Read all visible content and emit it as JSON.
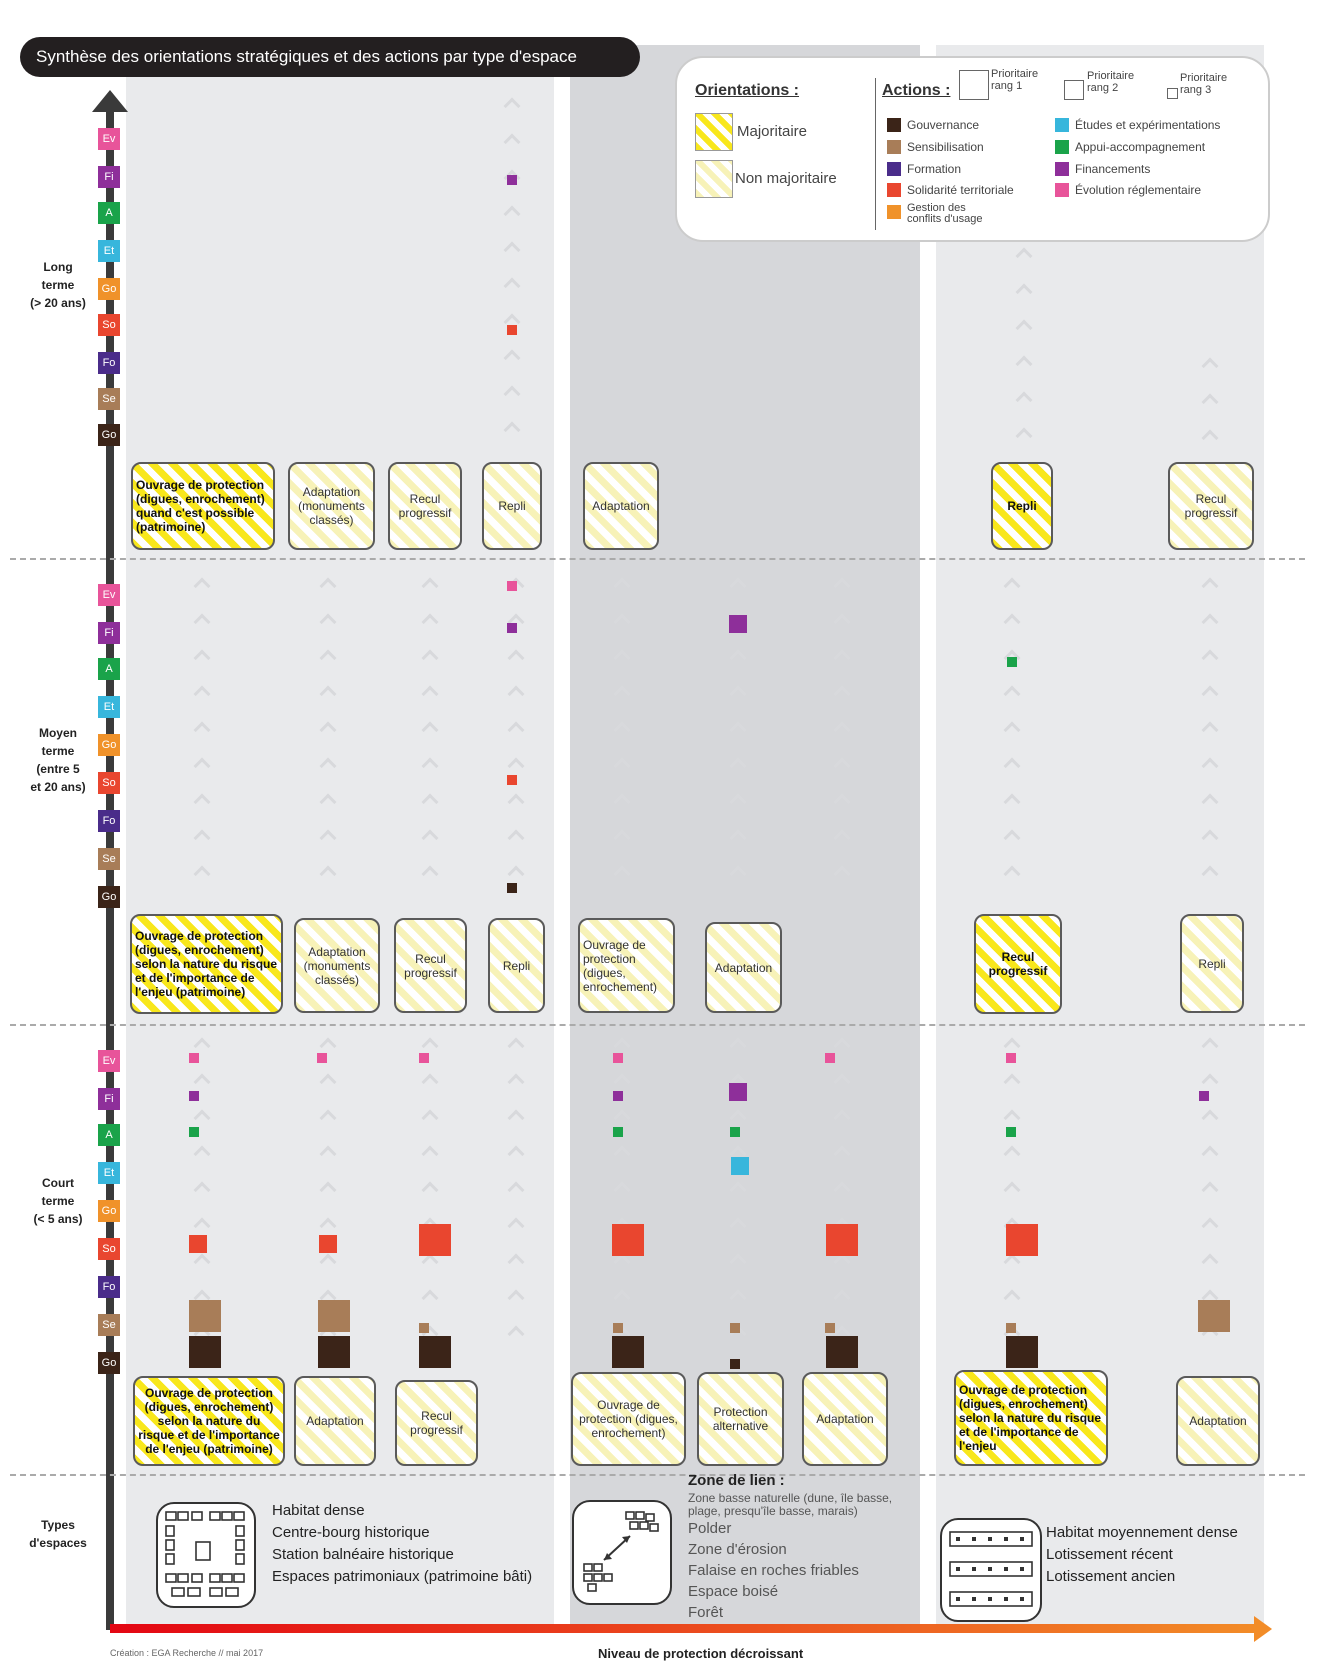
{
  "title": "Synthèse des orientations stratégiques et des actions par type d'espace",
  "legend": {
    "orientations_title": "Orientations :",
    "majoritaire": "Majoritaire",
    "non_majoritaire": "Non majoritaire",
    "actions_title": "Actions :",
    "rang1": "Prioritaire\nrang 1",
    "rang2": "Prioritaire\nrang 2",
    "rang3": "Prioritaire\nrang 3",
    "actions": [
      {
        "code": "Go",
        "label": "Gouvernance",
        "color": "#3b2418"
      },
      {
        "code": "Se",
        "label": "Sensibilisation",
        "color": "#a87d58"
      },
      {
        "code": "Fo",
        "label": "Formation",
        "color": "#4a2c8a"
      },
      {
        "code": "So",
        "label": "Solidarité territoriale",
        "color": "#e9462f"
      },
      {
        "code": "Go",
        "label": "Gestion des\nconflits d'usage",
        "color": "#f0922a"
      },
      {
        "code": "Et",
        "label": "Études et expérimentations",
        "color": "#37b6dc"
      },
      {
        "code": "A",
        "label": "Appui-accompagnement",
        "color": "#1aa34a"
      },
      {
        "code": "Fi",
        "label": "Financements",
        "color": "#8e2f9a"
      },
      {
        "code": "Ev",
        "label": "Évolution réglementaire",
        "color": "#e8549a"
      }
    ]
  },
  "axis_tags": [
    {
      "code": "Ev",
      "color": "#e8549a"
    },
    {
      "code": "Fi",
      "color": "#8e2f9a"
    },
    {
      "code": "A",
      "color": "#1aa34a"
    },
    {
      "code": "Et",
      "color": "#37b6dc"
    },
    {
      "code": "Go",
      "color": "#f0922a"
    },
    {
      "code": "So",
      "color": "#e9462f"
    },
    {
      "code": "Fo",
      "color": "#4a2c8a"
    },
    {
      "code": "Se",
      "color": "#a87d58"
    },
    {
      "code": "Go",
      "color": "#3b2418"
    }
  ],
  "terms": {
    "long": "Long\nterme\n(> 20 ans)",
    "moyen": "Moyen\nterme\n(entre 5\net 20 ans)",
    "court": "Court\nterme\n(< 5 ans)",
    "types": "Types\nd'espaces"
  },
  "long_boxes": [
    {
      "text": "Ouvrage de protection (digues, enrochement) quand c'est possible (patrimoine)",
      "maj": true
    },
    {
      "text": "Adaptation (monuments classés)",
      "maj": false
    },
    {
      "text": "Recul progressif",
      "maj": false
    },
    {
      "text": "Repli",
      "maj": false
    },
    {
      "text": "Adaptation",
      "maj": false
    },
    {
      "text": "Repli",
      "maj": true
    },
    {
      "text": "Recul progressif",
      "maj": false
    }
  ],
  "moyen_boxes": [
    {
      "text": "Ouvrage de protection (digues, enrochement) selon la nature du risque et de l'importance de l'enjeu (patrimoine)",
      "maj": true
    },
    {
      "text": "Adaptation (monuments classés)",
      "maj": false
    },
    {
      "text": "Recul progressif",
      "maj": false
    },
    {
      "text": "Repli",
      "maj": false
    },
    {
      "text": "Ouvrage de protection (digues, enrochement)",
      "maj": false
    },
    {
      "text": "Adaptation",
      "maj": false
    },
    {
      "text": "Recul progressif",
      "maj": true
    },
    {
      "text": "Repli",
      "maj": false
    }
  ],
  "court_boxes": [
    {
      "text": "Ouvrage de protection (digues, enrochement) selon la nature du risque et de l'importance de l'enjeu (patrimoine)",
      "maj": true
    },
    {
      "text": "Adaptation",
      "maj": false
    },
    {
      "text": "Recul progressif",
      "maj": false
    },
    {
      "text": "Ouvrage de protection (digues, enrochement)",
      "maj": false
    },
    {
      "text": "Protection alternative",
      "maj": false
    },
    {
      "text": "Adaptation",
      "maj": false
    },
    {
      "text": "Ouvrage de protection (digues, enrochement) selon la nature du risque et de l'importance de l'enjeu",
      "maj": true
    },
    {
      "text": "Adaptation",
      "maj": false
    }
  ],
  "types": {
    "group1": [
      "Habitat dense",
      "Centre-bourg historique",
      "Station balnéaire historique",
      "Espaces patrimoniaux (patrimoine bâti)"
    ],
    "group2_title": "Zone de lien :",
    "group2": [
      "Zone basse naturelle (dune, île basse, plage, presqu'île basse, marais)",
      "Polder",
      "Zone d'érosion",
      "Falaise en roches friables",
      "Espace boisé",
      "Forêt"
    ],
    "group3": [
      "Habitat moyennement dense",
      "Lotissement récent",
      "Lotissement ancien"
    ]
  },
  "footer": {
    "credit": "Création : EGA Recherche // mai 2017",
    "axis_label": "Niveau de protection décroissant"
  }
}
